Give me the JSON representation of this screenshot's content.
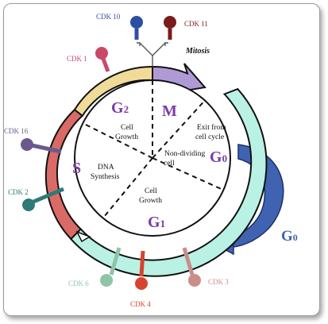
{
  "title": "",
  "phases": {
    "m": "M",
    "g2": "G2",
    "s": "S",
    "g1": "G1",
    "g0_inner": "G0",
    "g0_outer": "G0"
  },
  "labels": {
    "mitosis": "Mitosis",
    "cell_growth_top_1": "Cell",
    "cell_growth_top_2": "Growth",
    "dna_1": "DNA",
    "dna_2": "Synthesis",
    "cell_growth_bottom_1": "Cell",
    "cell_growth_bottom_2": "Growth",
    "non_dividing_1": "Non-dividing",
    "non_dividing_2": "cell",
    "exit_1": "Exit from",
    "exit_2": "cell cycle"
  },
  "cdks": [
    {
      "key": "cdk10",
      "label": "CDK 10",
      "color": "#2d4fa3"
    },
    {
      "key": "cdk11",
      "label": "CDK 11",
      "color": "#7a1c1c"
    },
    {
      "key": "cdk1",
      "label": "CDK 1",
      "color": "#c84a6a"
    },
    {
      "key": "cdk16",
      "label": "CDK 16",
      "color": "#6a5a8c"
    },
    {
      "key": "cdk2",
      "label": "CDK 2",
      "color": "#2f7a78"
    },
    {
      "key": "cdk6",
      "label": "CDK 6",
      "color": "#8fc4a8"
    },
    {
      "key": "cdk4",
      "label": "CDK 4",
      "color": "#d8432e"
    },
    {
      "key": "cdk3",
      "label": "CDK 3",
      "color": "#c98e8a"
    }
  ],
  "colors": {
    "m": "#b09ad6",
    "g2": "#f0dc98",
    "s": "#d96a66",
    "g1": "#b9f2e4",
    "g0": "#3f63b0",
    "phase_text": "#7a3aa8"
  }
}
